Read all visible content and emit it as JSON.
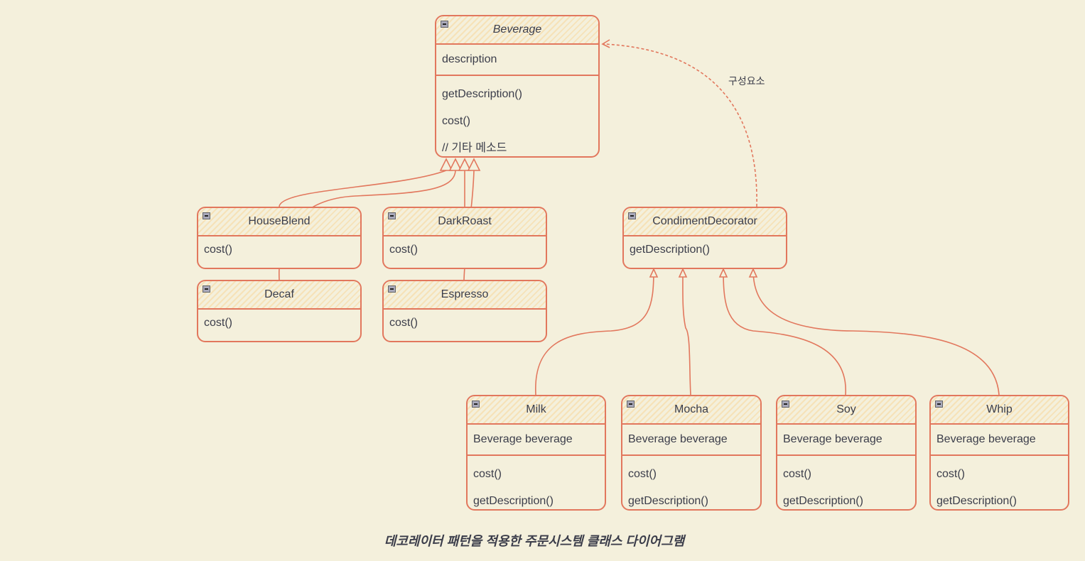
{
  "colors": {
    "stroke": "#e2775d",
    "background": "#f4f0dc",
    "header_hatch": "#f6e2b8",
    "text": "#3b3d4a"
  },
  "classes": {
    "beverage": {
      "name": "Beverage",
      "attributes": [
        "description"
      ],
      "methods": [
        "getDescription()",
        "cost()",
        "// 기타 메소드"
      ]
    },
    "houseblend": {
      "name": "HouseBlend",
      "methods": [
        "cost()"
      ]
    },
    "darkroast": {
      "name": "DarkRoast",
      "methods": [
        "cost()"
      ]
    },
    "decaf": {
      "name": "Decaf",
      "methods": [
        "cost()"
      ]
    },
    "espresso": {
      "name": "Espresso",
      "methods": [
        "cost()"
      ]
    },
    "condiment": {
      "name": "CondimentDecorator",
      "methods": [
        "getDescription()"
      ]
    },
    "milk": {
      "name": "Milk",
      "attributes": [
        "Beverage beverage"
      ],
      "methods": [
        "cost()",
        "getDescription()"
      ]
    },
    "mocha": {
      "name": "Mocha",
      "attributes": [
        "Beverage beverage"
      ],
      "methods": [
        "cost()",
        "getDescription()"
      ]
    },
    "soy": {
      "name": "Soy",
      "attributes": [
        "Beverage beverage"
      ],
      "methods": [
        "cost()",
        "getDescription()"
      ]
    },
    "whip": {
      "name": "Whip",
      "attributes": [
        "Beverage beverage"
      ],
      "methods": [
        "cost()",
        "getDescription()"
      ]
    }
  },
  "relations": {
    "composition_label": "구성요소"
  },
  "caption": "데코레이터 패턴을 적용한  주문시스템 클래스 다이어그램"
}
